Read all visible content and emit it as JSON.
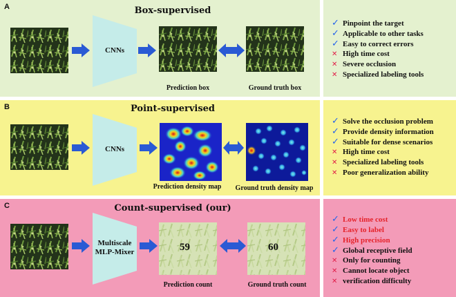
{
  "colors": {
    "row_a_bg": "#e4f1cf",
    "row_b_bg": "#f7f38f",
    "row_c_bg": "#f39bb8",
    "cnn_fill": "#c5ece9",
    "arrow": "#2a5ad4",
    "check": "#2563eb",
    "cross": "#e11d48",
    "highlight_text": "#e5232b"
  },
  "rows": [
    {
      "letter": "A",
      "title": "Box-supervised",
      "network_label": "CNNs",
      "captions": [
        "Prediction box",
        "Ground truth box"
      ],
      "items": [
        {
          "icon": "check",
          "text": "Pinpoint the target"
        },
        {
          "icon": "check",
          "text": "Applicable to other tasks"
        },
        {
          "icon": "check",
          "text": "Easy to correct errors"
        },
        {
          "icon": "cross",
          "text": "High time cost"
        },
        {
          "icon": "cross",
          "text": "Severe occlusion"
        },
        {
          "icon": "cross",
          "text": "Specialized labeling tools"
        }
      ]
    },
    {
      "letter": "B",
      "title": "Point-supervised",
      "network_label": "CNNs",
      "captions": [
        "Prediction density map",
        "Ground truth density map"
      ],
      "items": [
        {
          "icon": "check",
          "text": "Solve the occlusion problem"
        },
        {
          "icon": "check",
          "text": "Provide density information"
        },
        {
          "icon": "check",
          "text": "Suitable for dense scenarios"
        },
        {
          "icon": "cross",
          "text": "High time cost"
        },
        {
          "icon": "cross",
          "text": "Specialized labeling tools"
        },
        {
          "icon": "cross",
          "text": "Poor generalization ability"
        }
      ]
    },
    {
      "letter": "C",
      "title": "Count-supervised (our)",
      "network_label_line1": "Multiscale",
      "network_label_line2": "MLP-Mixer",
      "counts": [
        "59",
        "60"
      ],
      "captions": [
        "Prediction count",
        "Ground truth count"
      ],
      "items": [
        {
          "icon": "check",
          "text": "Low time cost",
          "highlight": true
        },
        {
          "icon": "check",
          "text": "Easy to label",
          "highlight": true
        },
        {
          "icon": "check",
          "text": "High precision",
          "highlight": true
        },
        {
          "icon": "check",
          "text": "Global receptive field"
        },
        {
          "icon": "cross",
          "text": "Only for counting"
        },
        {
          "icon": "cross",
          "text": "Cannot locate object"
        },
        {
          "icon": "cross",
          "text": "verification difficulty"
        }
      ]
    }
  ]
}
